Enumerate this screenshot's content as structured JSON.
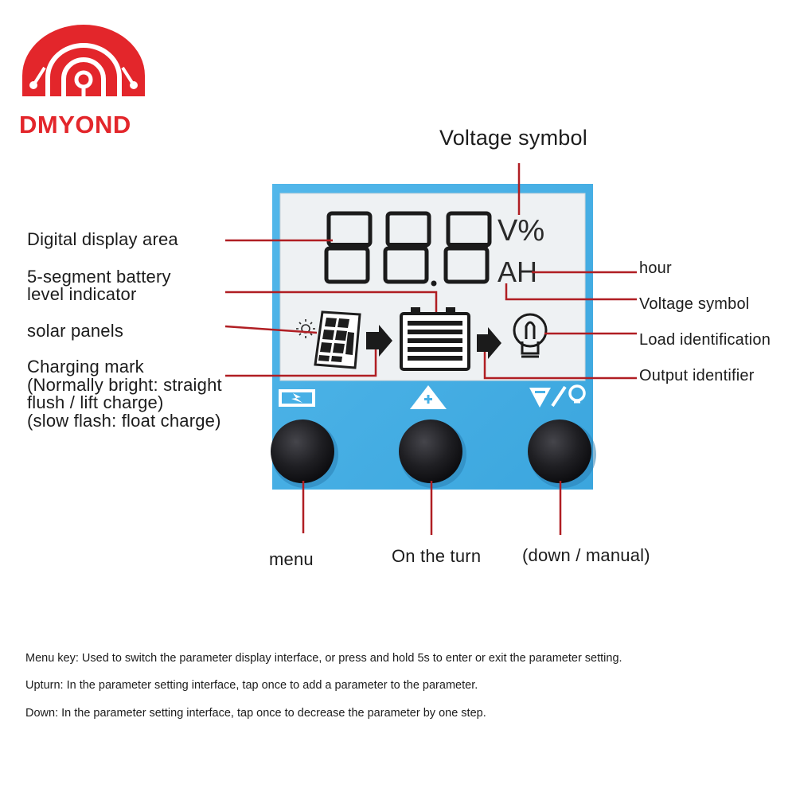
{
  "brand": {
    "name": "DMYOND",
    "color": "#e3262b"
  },
  "colors": {
    "panel": "#47b0e6",
    "panel_dark": "#2f8fcb",
    "lcd": "#eef1f3",
    "leader": "#b01e23",
    "button": "#1e1e22"
  },
  "display": {
    "digits": "888",
    "unit_top": "V%",
    "unit_bottom": "AH"
  },
  "labels": {
    "voltage_symbol_top": "Voltage symbol",
    "digital_display_area": "Digital display area",
    "battery_indicator_line1": "5-segment battery",
    "battery_indicator_line2": "level indicator",
    "solar_panels": "solar panels",
    "charging_mark_line1": "Charging mark",
    "charging_mark_line2": "(Normally bright: straight",
    "charging_mark_line3": "flush / lift charge)",
    "charging_mark_line4": "(slow flash: float charge)",
    "hour": "hour",
    "voltage_symbol_right": "Voltage symbol",
    "load_identification": "Load identification",
    "output_identifier": "Output identifier"
  },
  "buttons": {
    "menu": "menu",
    "up": "On the turn",
    "down": "(down / manual)"
  },
  "notes": [
    "Menu key: Used to switch the parameter display interface, or press and hold 5s to enter or exit the parameter setting.",
    "Upturn: In the parameter setting interface, tap once to add a parameter to the parameter.",
    "Down: In the parameter setting interface, tap once to decrease the parameter by one step."
  ]
}
